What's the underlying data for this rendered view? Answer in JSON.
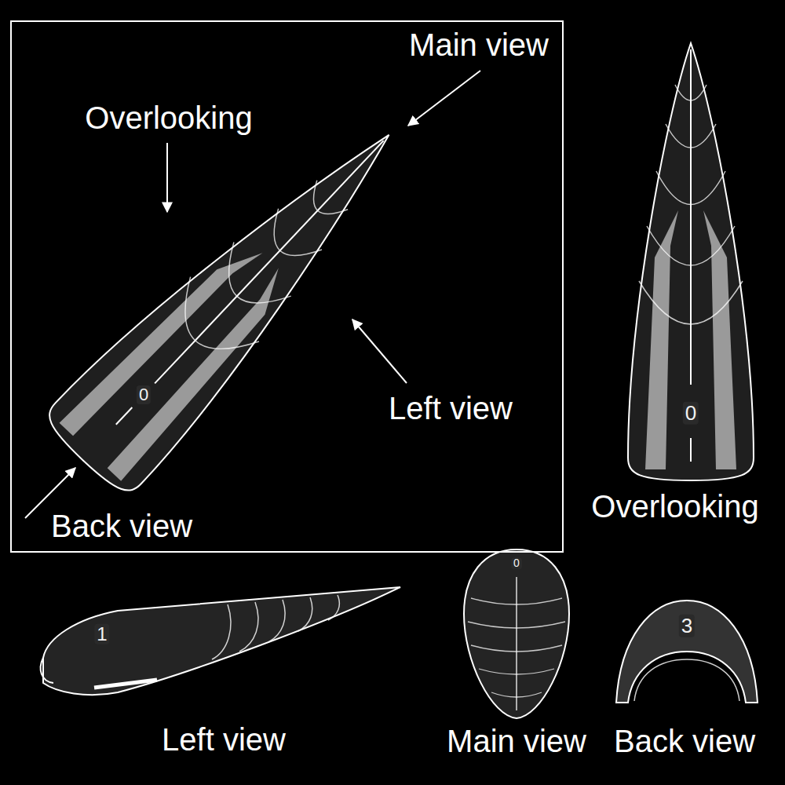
{
  "diagram": {
    "labels": [
      "Main view",
      "Overlooking",
      "0",
      "Left view",
      "Back view",
      "0",
      "Overlooking",
      "1",
      "Left view",
      "0",
      "Main view",
      "3",
      "Back view"
    ]
  }
}
